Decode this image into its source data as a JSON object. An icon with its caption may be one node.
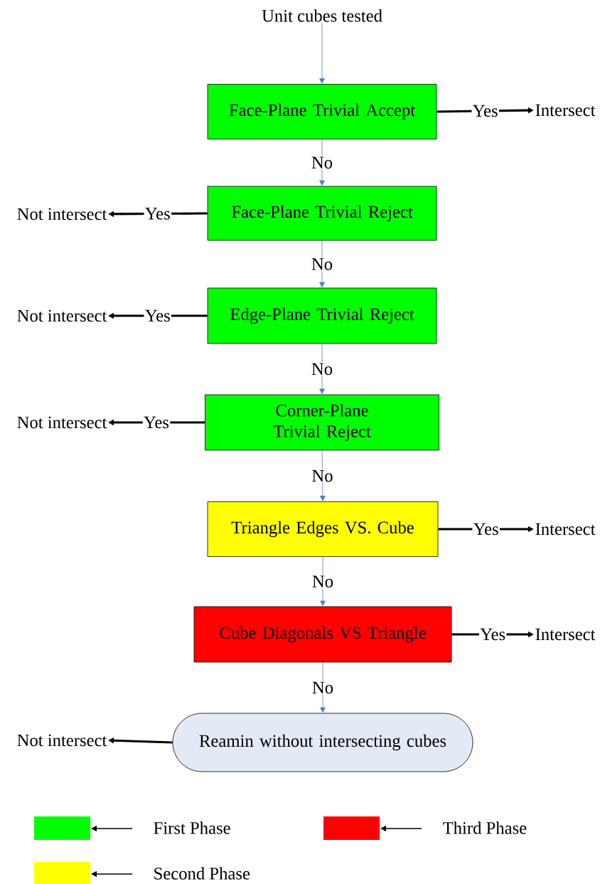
{
  "diagram": {
    "nodes": [
      {
        "text": [
          "Unit cubes tested"
        ]
      },
      {
        "text": [
          "Face-Plane Trivial Accept"
        ]
      },
      {
        "text": [
          "Intersect"
        ]
      },
      {
        "text": [
          "Face-Plane Trivial Reject"
        ]
      },
      {
        "text": [
          "Not intersect"
        ]
      },
      {
        "text": [
          "Edge-Plane Trivial Reject"
        ]
      },
      {
        "text": [
          "Not intersect"
        ]
      },
      {
        "text": [
          "Corner-Plane Trivial Reject"
        ]
      },
      {
        "text": [
          "Not intersect"
        ]
      },
      {
        "text": [
          "Triangle Edges VS. Cube"
        ]
      },
      {
        "text": [
          "Intersect"
        ]
      },
      {
        "text": [
          "Cube Diagonals VS Triangle"
        ]
      },
      {
        "text": [
          "Intersect"
        ]
      },
      {
        "text": [
          "Reamin without intersecting cubes"
        ]
      },
      {
        "text": [
          "Not intersect"
        ]
      }
    ],
    "edges": [
      {
        "from": 0,
        "to": 1,
        "arrow": "to"
      },
      {
        "from": 1,
        "to": 2,
        "arrow": "to",
        "label": "Yes",
        "style": "thick",
        "color": "#000000"
      },
      {
        "from": 1,
        "to": 3,
        "arrow": "to",
        "label": "No"
      },
      {
        "from": 3,
        "to": 4,
        "arrow": "to",
        "label": "Yes",
        "style": "thick",
        "color": "#000000"
      },
      {
        "from": 3,
        "to": 5,
        "arrow": "to",
        "label": "No"
      },
      {
        "from": 5,
        "to": 6,
        "arrow": "to",
        "label": "Yes",
        "style": "thick",
        "color": "#000000"
      },
      {
        "from": 5,
        "to": 7,
        "arrow": "to",
        "label": "No"
      },
      {
        "from": 7,
        "to": 8,
        "arrow": "to",
        "label": "Yes",
        "style": "thick",
        "color": "#000000"
      },
      {
        "from": 7,
        "to": 9,
        "arrow": "to",
        "label": "No"
      },
      {
        "from": 9,
        "to": 10,
        "arrow": "to",
        "label": "Yes",
        "style": "thick",
        "color": "#000000"
      },
      {
        "from": 9,
        "to": 11,
        "arrow": "to",
        "label": "No"
      },
      {
        "from": 11,
        "to": 12,
        "arrow": "to",
        "label": "Yes",
        "style": "thick",
        "color": "#000000"
      },
      {
        "from": 11,
        "to": 13,
        "arrow": "to",
        "label": "No"
      },
      {
        "from": 13,
        "to": 14,
        "arrow": "to",
        "style": "thick",
        "color": "#000000"
      }
    ],
    "legend": [
      {
        "text": "First Phase",
        "color": "#00ff00"
      },
      {
        "text": "Third Phase",
        "color": "#ff0000"
      },
      {
        "text": "Second Phase",
        "color": "#ffff00"
      }
    ]
  }
}
